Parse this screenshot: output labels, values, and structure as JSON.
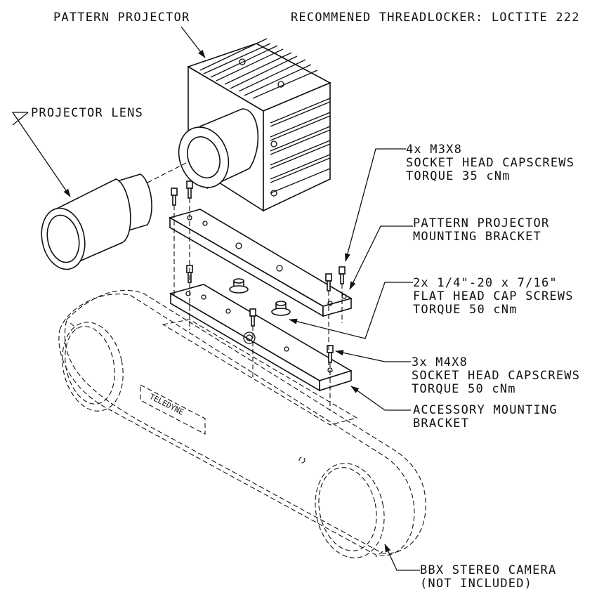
{
  "title": "PATTERN PROJECTOR",
  "note": "RECOMMENED THREADLOCKER: LOCTITE 222",
  "callouts": {
    "projector_lens": "PROJECTOR LENS",
    "m3_line1": "4x M3X8",
    "m3_line2": "SOCKET HEAD CAPSCREWS",
    "m3_line3": "TORQUE 35 cNm",
    "ppb_line1": "PATTERN PROJECTOR",
    "ppb_line2": "MOUNTING BRACKET",
    "flat_line1": "2x 1/4\"-20 x 7/16\"",
    "flat_line2": "FLAT HEAD CAP SCREWS",
    "flat_line3": "TORQUE 50 cNm",
    "m4_line1": "3x M4X8",
    "m4_line2": "SOCKET HEAD CAPSCREWS",
    "m4_line3": "TORQUE 50 cNm",
    "amb_line1": "ACCESSORY MOUNTING",
    "amb_line2": "BRACKET",
    "cam_line1": "BBX STEREO CAMERA",
    "cam_line2": "(NOT INCLUDED)"
  },
  "camera_logo_text": "TELEDYNE"
}
